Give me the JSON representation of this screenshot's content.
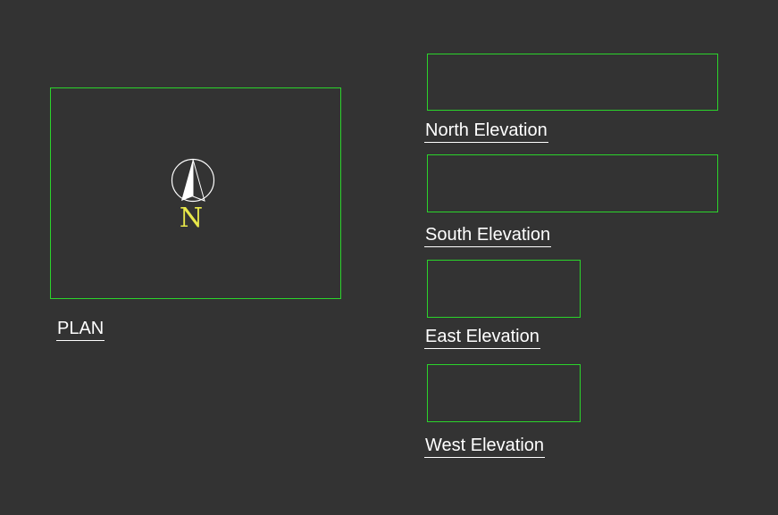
{
  "drawing": {
    "plan": {
      "label": "PLAN"
    },
    "north_elevation": {
      "label": "North Elevation"
    },
    "south_elevation": {
      "label": "South Elevation"
    },
    "east_elevation": {
      "label": "East Elevation"
    },
    "west_elevation": {
      "label": "West Elevation"
    },
    "north_symbol": {
      "letter": "N",
      "letter_color": "#e8e84a",
      "symbol_color": "#ffffff"
    }
  },
  "colors": {
    "background": "#333333",
    "viewport_border": "#2bd42b",
    "label_text": "#ffffff"
  }
}
